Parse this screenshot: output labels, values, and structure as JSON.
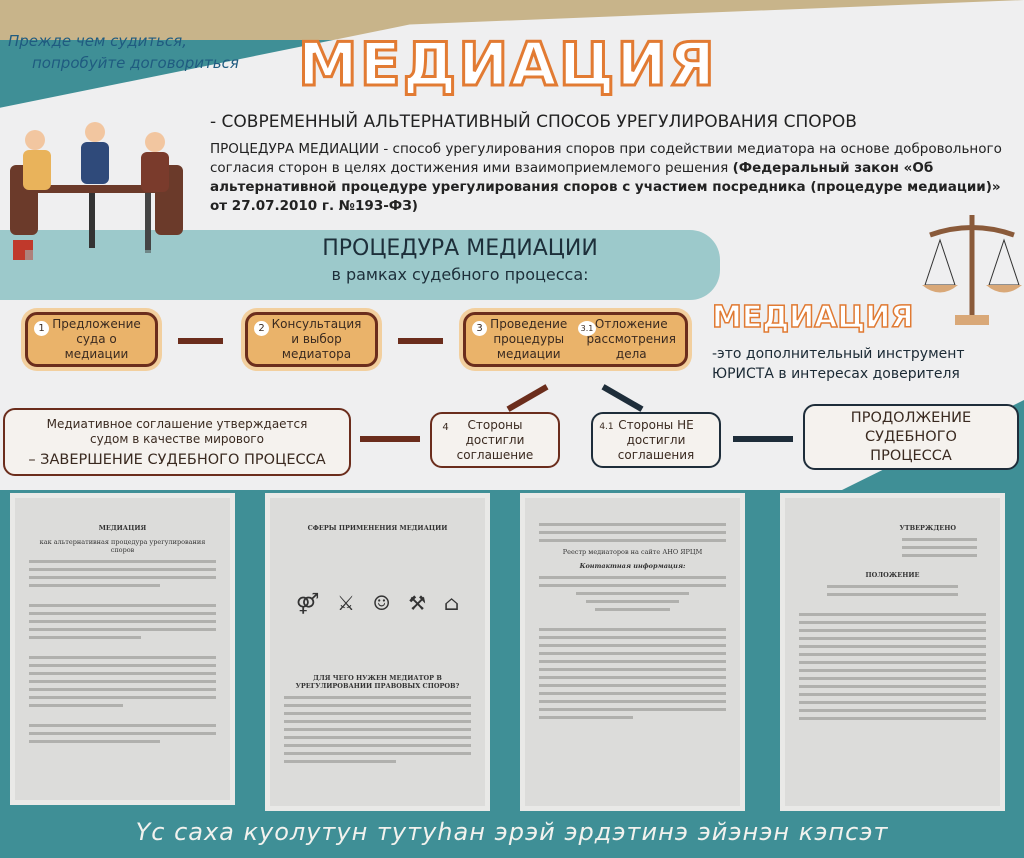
{
  "poster": {
    "slogan": [
      "Прежде чем судиться,",
      "попробуйте договориться"
    ],
    "title": "МЕДИАЦИЯ",
    "subtitle": "- СОВРЕМЕННЫЙ АЛЬТЕРНАТИВНЫЙ СПОСОБ УРЕГУЛИРОВАНИЯ СПОРОВ",
    "description": "ПРОЦЕДУРА МЕДИАЦИИ - способ урегулирования споров при содействии медиатора на основе добровольного согласия сторон в целях достижения ими взаимоприемлемого решения ",
    "law": "(Федеральный закон «Об альтернативной процедуре урегулирования споров с участием посредника (процедуре медиации)» от 27.07.2010 г. №193-ФЗ)",
    "procedure_title": "ПРОЦЕДУРА МЕДИАЦИИ",
    "procedure_subtitle": "в рамках судебного процесса:",
    "steps": [
      {
        "num": "1",
        "text": "Предложение суда о медиации"
      },
      {
        "num": "2",
        "text": "Консультация и выбор медиатора"
      },
      {
        "num": "3",
        "text": "Проведение процедуры медиации"
      },
      {
        "num": "3.1",
        "text": "Отложение рассмотрения дела"
      },
      {
        "num": "4",
        "text": "Стороны достигли соглашение"
      },
      {
        "num": "4.1",
        "text": "Стороны НЕ достигли соглашения"
      }
    ],
    "outcome_agreement": "Медиативное соглашение утверждается судом в качестве мирового",
    "outcome_agreement_end": "– ЗАВЕРШЕНИЕ СУДЕБНОГО ПРОЦЕССА",
    "outcome_no_agreement": "ПРОДОЛЖЕНИЕ СУДЕБНОГО ПРОЦЕССА",
    "side_title": "МЕДИАЦИЯ",
    "side_text": [
      "-это дополнительный инструмент",
      "ЮРИСТА в интересах доверителя"
    ],
    "footer": "Үс саха куолутун тутуһан эрэй эрдэтинэ эйэнэн кэпсэт"
  },
  "documents": [
    {
      "heading": "МЕДИАЦИЯ",
      "subheading": "как альтернативная процедура урегулирования споров"
    },
    {
      "heading": "СФЕРЫ ПРИМЕНЕНИЯ МЕДИАЦИИ",
      "subheading": "ДЛЯ ЧЕГО НУЖЕН МЕДИАТОР В УРЕГУЛИРОВАНИИ ПРАВОВЫХ СПОРОВ?"
    },
    {
      "heading": "Реестр медиаторов на сайте АНО ЯРЦМ",
      "subheading": "Контактная информация:"
    },
    {
      "heading": "УТВЕРЖДЕНО",
      "subheading": "ПОЛОЖЕНИЕ"
    }
  ],
  "colors": {
    "teal": "#3f8f96",
    "orange": "#e27b33",
    "brown": "#6b2d1c",
    "navy": "#1e2d3a"
  }
}
